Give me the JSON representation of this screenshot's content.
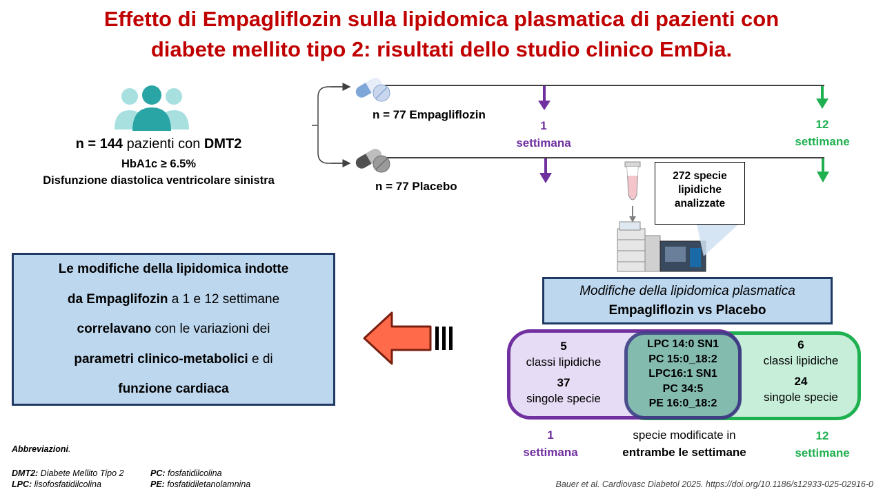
{
  "title": {
    "line1": "Effetto di Empagliflozin sulla lipidomica plasmatica di pazienti con",
    "line2": "diabete mellito tipo 2: risultati dello studio clinico EmDia."
  },
  "population": {
    "n_prefix": "n = 144",
    "n_mid": " pazienti con ",
    "n_suffix": "DMT2",
    "hba1c": "HbA1c ≥ 6.5%",
    "dysfunction": "Disfunzione diastolica ventricolare sinistra"
  },
  "arms": {
    "empa": "n = 77 Empagliflozin",
    "placebo": "n = 77 Placebo"
  },
  "timepoints": {
    "w1_a": "1",
    "w1_b": "settimana",
    "w12_a": "12",
    "w12_b": "settimane"
  },
  "callout": {
    "line1": "272 specie",
    "line2": "lipidiche",
    "line3": "analizzate"
  },
  "modifications": {
    "line1": "Modifiche della lipidomica plasmatica",
    "line2": "Empagliflozin vs Placebo"
  },
  "week1": {
    "classes_n": "5",
    "classes_label": "classi lipidiche",
    "species_n": "37",
    "species_label": "singole specie"
  },
  "week12": {
    "classes_n": "6",
    "classes_label": "classi lipidiche",
    "species_n": "24",
    "species_label": "singole specie"
  },
  "shared_species": [
    "LPC 14:0 SN1",
    "PC 15:0_18:2",
    "LPC16:1 SN1",
    "PC 34:5",
    "PE 16:0_18:2"
  ],
  "bottom_labels": {
    "w1_a": "1",
    "w1_b": "settimana",
    "both_a": "specie modificate in",
    "both_b": "entrambe le settimane",
    "w12_a": "12",
    "w12_b": "settimane"
  },
  "conclusion": {
    "l1": "Le modifiche della lipidomica indotte",
    "l2_bold": "da Empaglifozin",
    "l2_rest": " a 1 e 12 settimane",
    "l3_bold": "correlavano",
    "l3_rest": " con le variazioni dei",
    "l4_bold": "parametri clinico-metabolici",
    "l4_rest": " e di",
    "l5_bold": "funzione cardiaca"
  },
  "abbreviations": {
    "header": "Abbreviazioni",
    "dmt2_key": "DMT2:",
    "dmt2_val": " Diabete Mellito Tipo 2",
    "lpc_key": "LPC:",
    "lpc_val": " lisofosfatidilcolina",
    "pc_key": "PC:",
    "pc_val": " fosfatidilcolina",
    "pe_key": "PE:",
    "pe_val": " fosfatidiletanolamnina"
  },
  "citation": "Bauer et al. Cardiovasc Diabetol 2025. https://doi.org/10.1186/s12933-025-02916-0",
  "colors": {
    "title": "#c00000",
    "purple": "#7030a0",
    "green": "#1fb050",
    "box_fill": "#bdd7ee",
    "box_border": "#1f3864",
    "arrow_red": "#ff6b4a",
    "teal_people": "#2aa5a5"
  },
  "icons": [
    "people-icon",
    "pill-empagliflozin-icon",
    "pill-placebo-icon",
    "test-tube-icon",
    "mass-spectrometer-icon",
    "big-left-arrow-icon"
  ]
}
